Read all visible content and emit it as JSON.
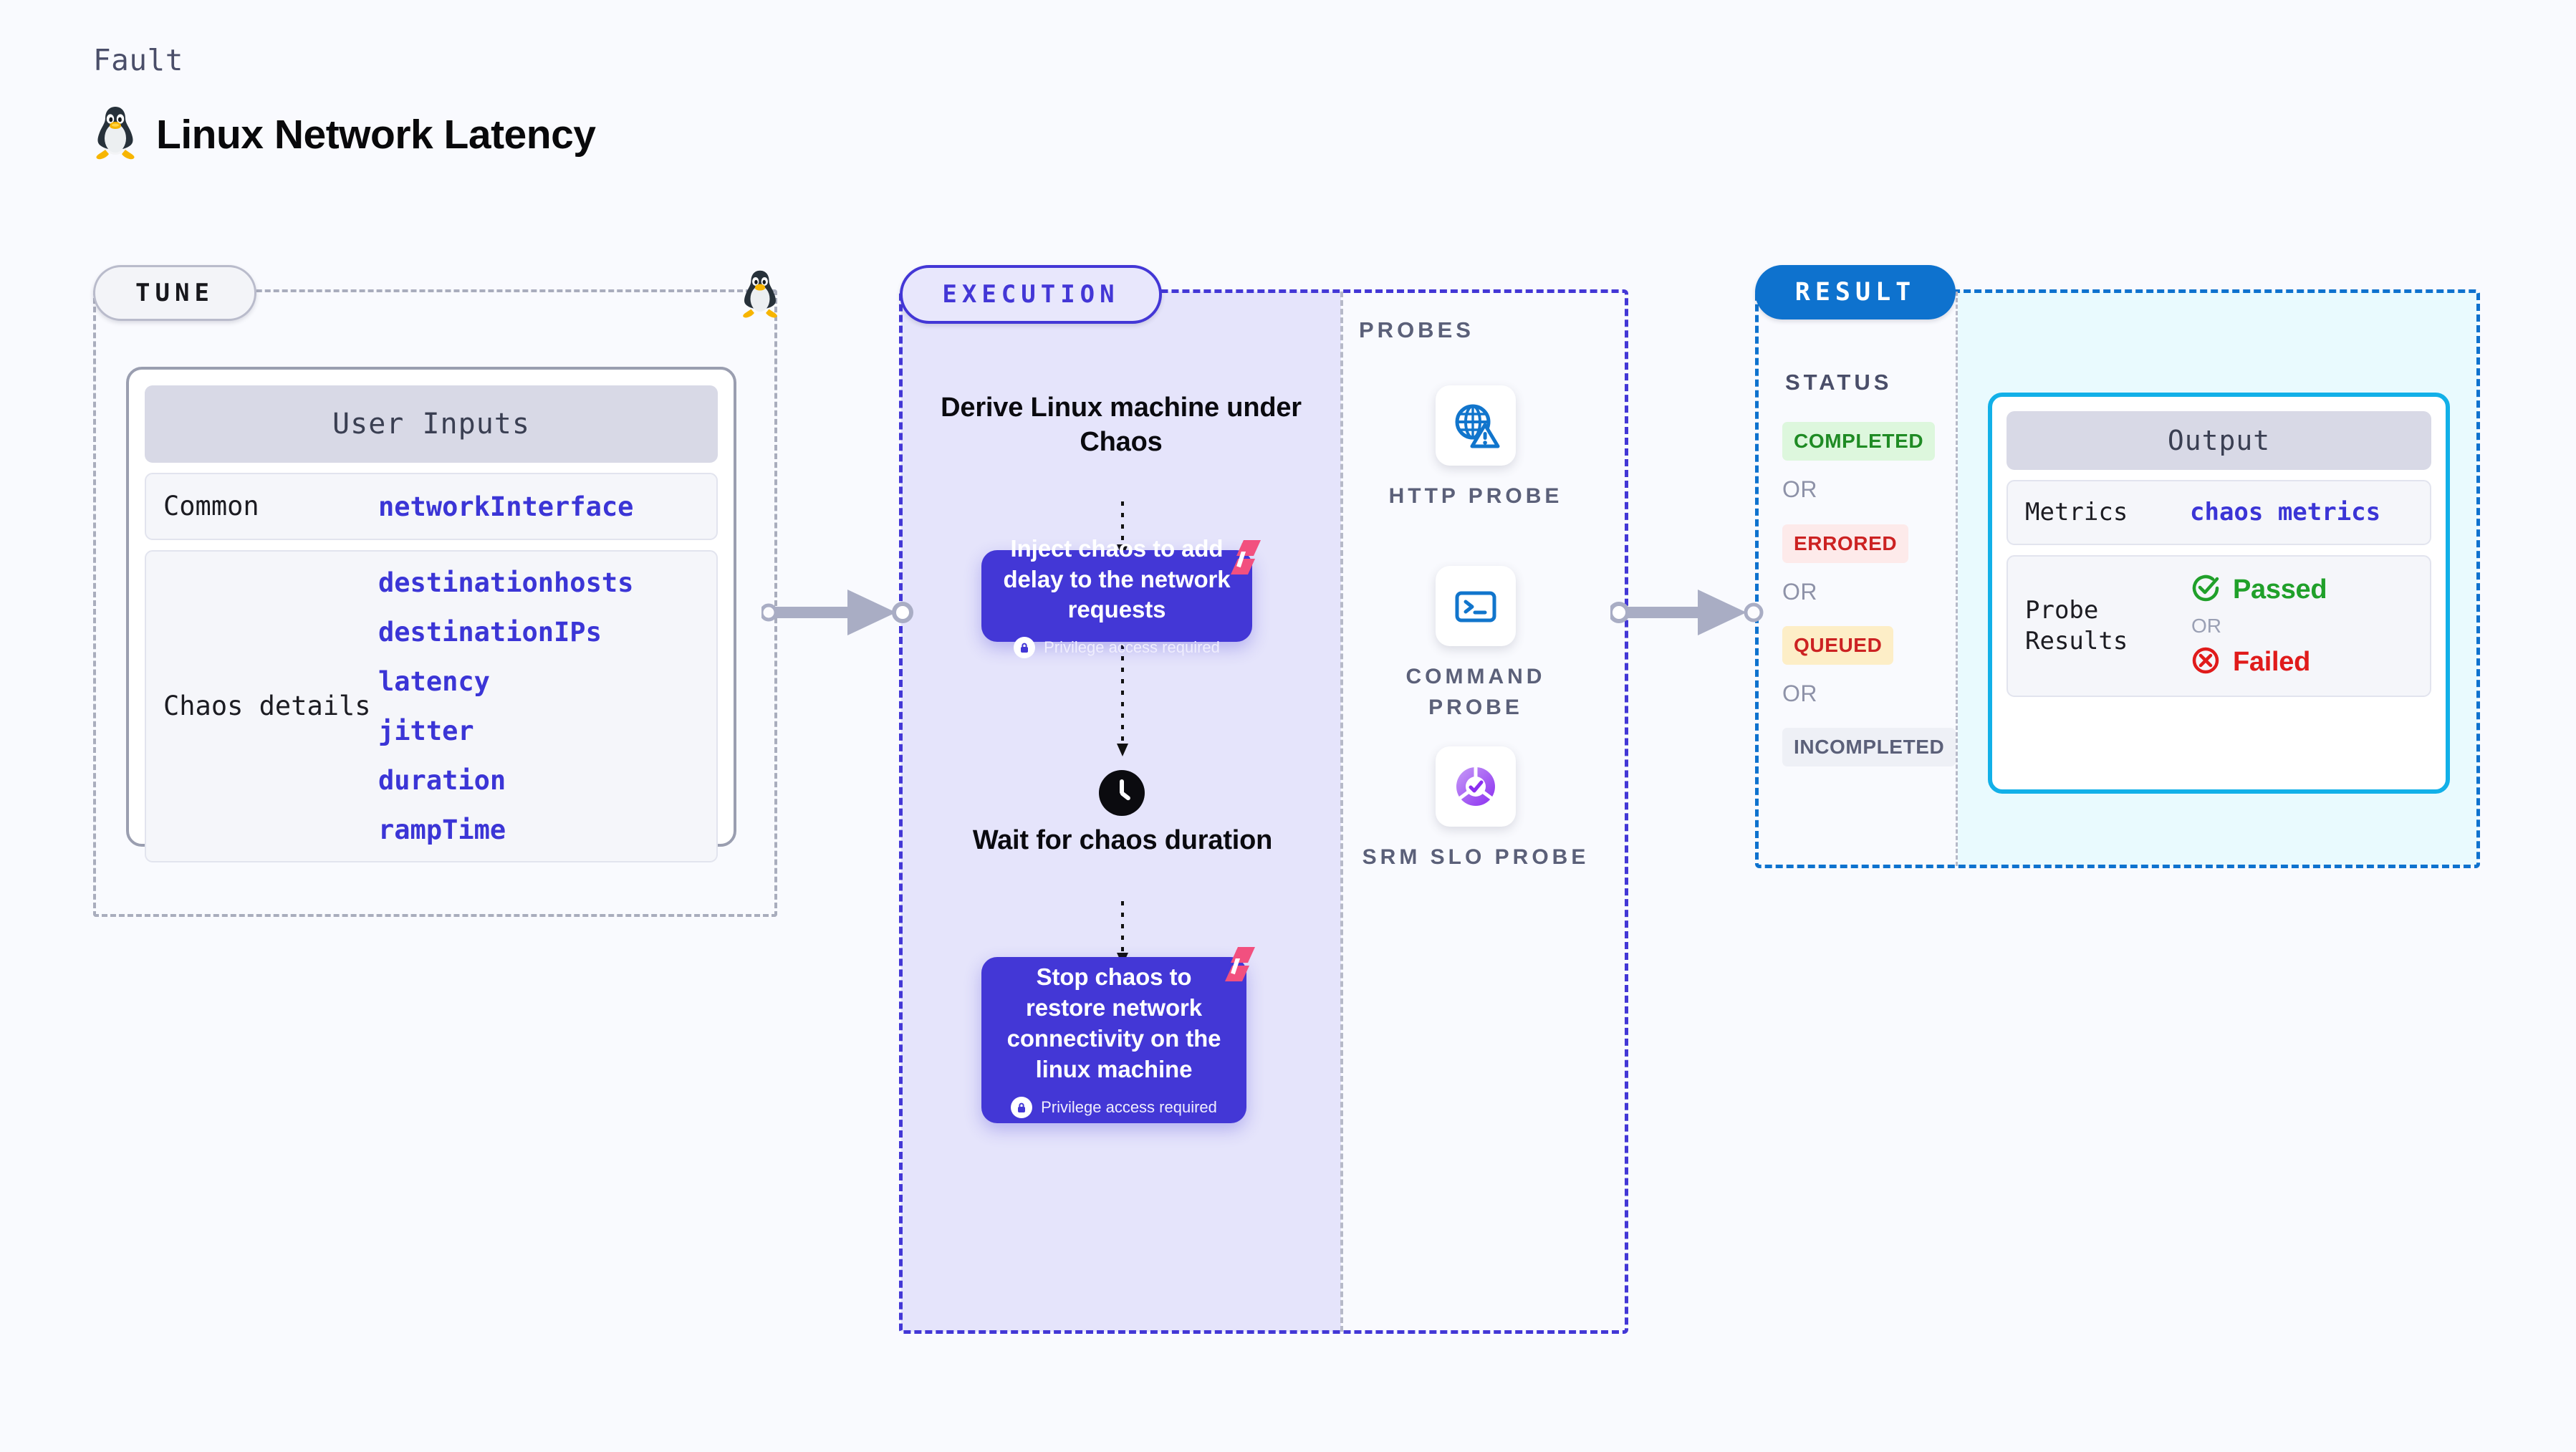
{
  "header": {
    "kicker": "Fault",
    "title": "Linux Network Latency",
    "icon": "linux-penguin-icon"
  },
  "tune": {
    "badge": "TUNE",
    "icon": "linux-penguin-icon",
    "card_title": "User Inputs",
    "rows": [
      {
        "key": "Common",
        "values": [
          "networkInterface"
        ]
      },
      {
        "key": "Chaos details",
        "values": [
          "destinationhosts",
          "destinationIPs",
          "latency",
          "jitter",
          "duration",
          "rampTime"
        ]
      }
    ]
  },
  "execution": {
    "badge": "EXECUTION",
    "steps": [
      {
        "type": "text",
        "label": "Derive Linux machine under Chaos"
      },
      {
        "type": "node",
        "label": "Inject chaos to add delay to the network requests",
        "privilege": "Privilege access required",
        "badge": "harness-logo-icon"
      },
      {
        "type": "text",
        "label": "Wait for chaos duration",
        "icon": "clock-icon"
      },
      {
        "type": "node",
        "label": "Stop chaos to restore network connectivity on the linux machine",
        "privilege": "Privilege access required",
        "badge": "harness-logo-icon"
      }
    ]
  },
  "probes": {
    "label": "PROBES",
    "items": [
      {
        "icon": "globe-warning-icon",
        "label": "HTTP PROBE"
      },
      {
        "icon": "terminal-icon",
        "label": "COMMAND PROBE"
      },
      {
        "icon": "srm-slo-donut-icon",
        "label": "SRM SLO PROBE"
      }
    ]
  },
  "result": {
    "badge": "RESULT",
    "status_label": "STATUS",
    "or_label": "OR",
    "statuses": [
      {
        "label": "COMPLETED",
        "color": "#1f8b24",
        "bg": "#ddf7dd"
      },
      {
        "label": "ERRORED",
        "color": "#cc2222",
        "bg": "#fdeaea"
      },
      {
        "label": "QUEUED",
        "color": "#cc2222",
        "bg": "#fdeec7"
      },
      {
        "label": "INCOMPLETED",
        "color": "#5b6079",
        "bg": "#eef0f6"
      }
    ],
    "output": {
      "title": "Output",
      "metrics_key": "Metrics",
      "metrics_value": "chaos metrics",
      "probe_results_key": "Probe Results",
      "passed": "Passed",
      "failed": "Failed",
      "or_label": "OR",
      "passed_color": "#20a02a",
      "failed_color": "#e01b1b"
    }
  },
  "colors": {
    "background": "#f9fafe",
    "execution_accent": "#4337d6",
    "execution_fill": "#e5e4fb",
    "result_accent": "#0e72ce",
    "result_fill": "#e9fafe",
    "output_border": "#12b0e8",
    "tune_border": "#a9adbd",
    "harness_pink": "#f2507f",
    "probe_blue": "#1175cc",
    "arrow_gray": "#a9adc4"
  }
}
